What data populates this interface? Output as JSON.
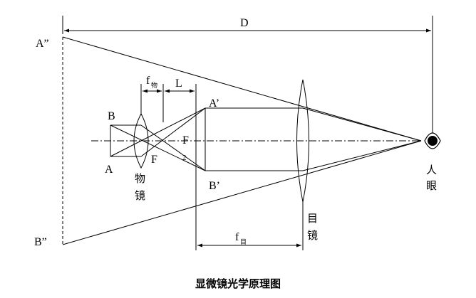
{
  "caption": "显微镜光学原理图",
  "labels": {
    "D": "D",
    "A_double_prime": "A”",
    "B_double_prime": "B”",
    "B": "B",
    "A": "A",
    "A_prime": "A’",
    "B_prime": "B’",
    "F_left": "F",
    "F_right": "F",
    "sub_2": "2",
    "L": "L",
    "f_obj": "f",
    "f_obj_sub": "物",
    "f_eye": "f",
    "f_eye_sub": "目",
    "objective_1": "物",
    "objective_2": "镜",
    "eyepiece_1": "目",
    "eyepiece_2": "镜",
    "eye_1": "人",
    "eye_2": "眼"
  }
}
